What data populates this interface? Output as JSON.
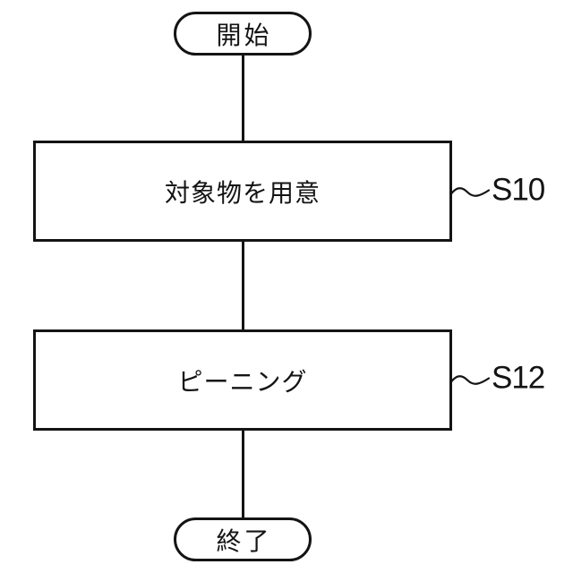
{
  "figure": {
    "type": "flowchart",
    "start": {
      "label": "開始"
    },
    "end": {
      "label": "終了"
    },
    "steps": [
      {
        "label": "対象物を用意",
        "ref": "S10"
      },
      {
        "label": "ピーニング",
        "ref": "S12"
      }
    ]
  },
  "colors": {
    "background": "#ffffff",
    "stroke": "#141414",
    "text": "#141414"
  }
}
